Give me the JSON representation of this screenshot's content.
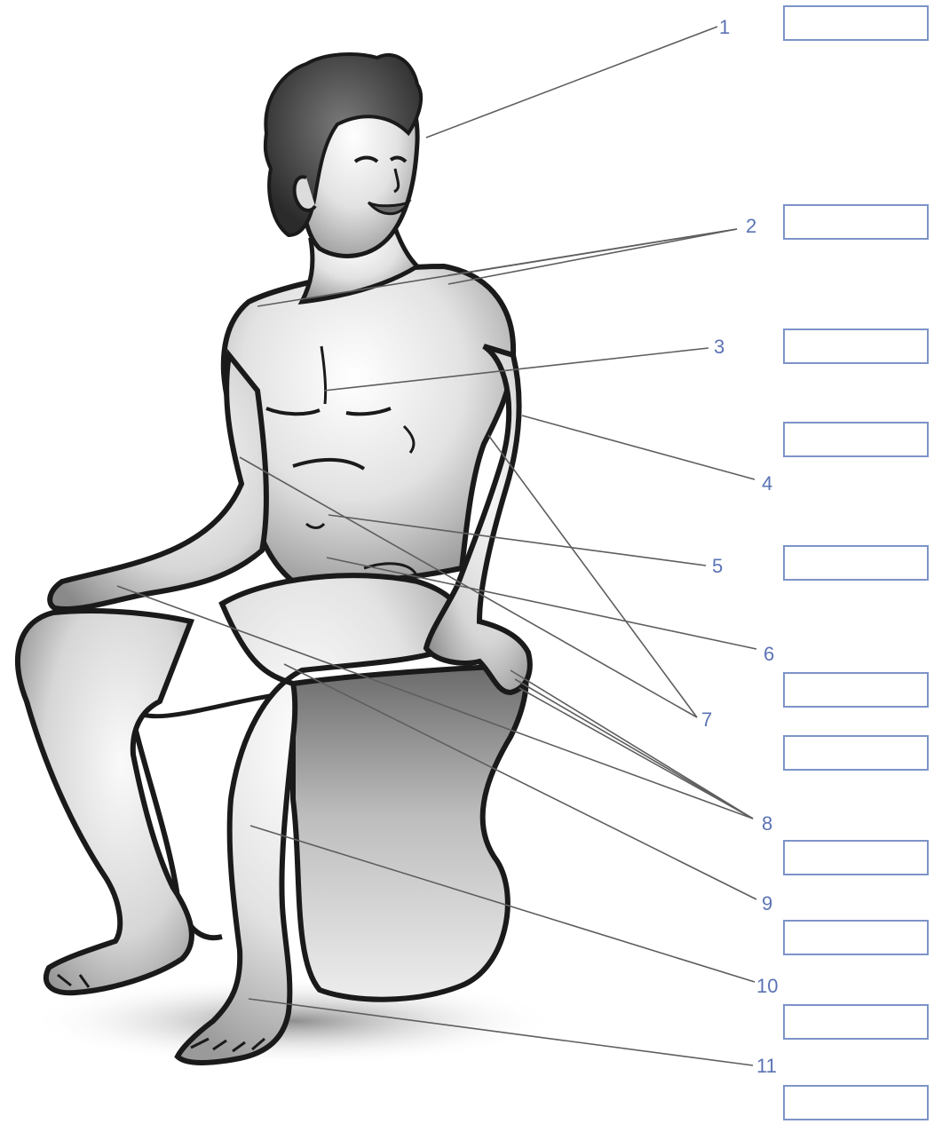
{
  "figure": {
    "subject": "seated-man-body-parts",
    "labels": [
      {
        "num": "1"
      },
      {
        "num": "2"
      },
      {
        "num": "3"
      },
      {
        "num": "4"
      },
      {
        "num": "5"
      },
      {
        "num": "6"
      },
      {
        "num": "7"
      },
      {
        "num": "8"
      },
      {
        "num": "9"
      },
      {
        "num": "10"
      },
      {
        "num": "11"
      }
    ]
  },
  "answer_boxes": [
    {
      "value": ""
    },
    {
      "value": ""
    },
    {
      "value": ""
    },
    {
      "value": ""
    },
    {
      "value": ""
    },
    {
      "value": ""
    },
    {
      "value": ""
    },
    {
      "value": ""
    },
    {
      "value": ""
    },
    {
      "value": ""
    },
    {
      "value": ""
    },
    {
      "value": ""
    }
  ],
  "colors": {
    "label_blue": "#5b73b5",
    "box_border": "#7d93c8",
    "outline": "#1a1a1a",
    "leader_line": "#5e5e5e"
  }
}
